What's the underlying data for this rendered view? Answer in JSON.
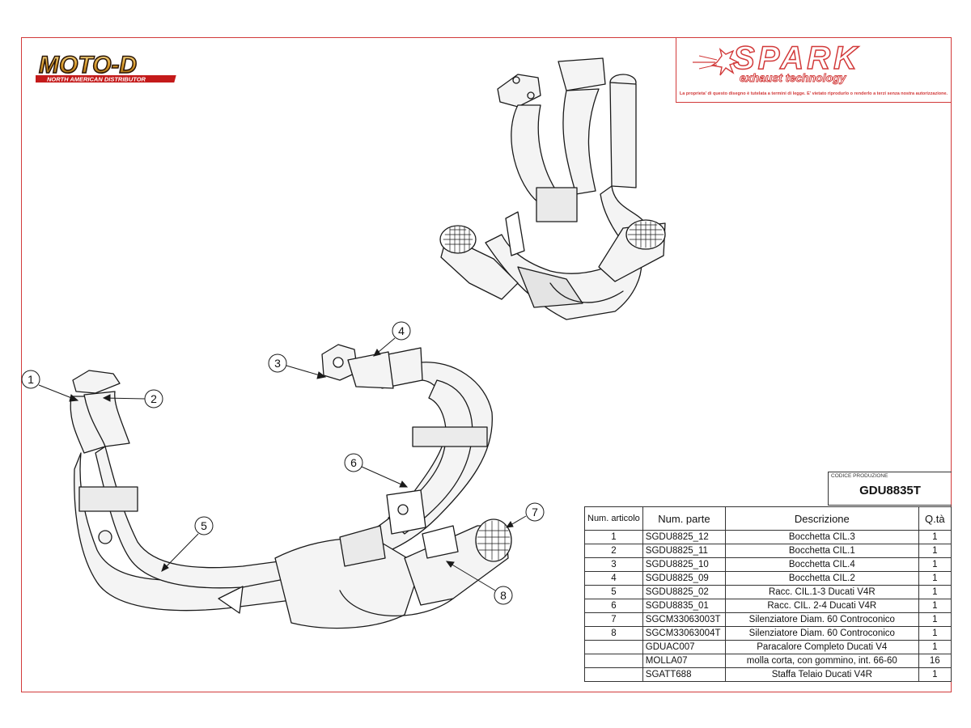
{
  "branding": {
    "moto_d": {
      "name": "MOTO-D",
      "tagline": "NORTH AMERICAN DISTRIBUTOR"
    },
    "spark": {
      "name": "SPARK",
      "tagline": "exhaust technology",
      "notice": "La proprieta' di questo disegno è tutelata a termini di legge. E' vietato riprodurlo o renderlo a terzi senza nostra autorizzazione."
    }
  },
  "production": {
    "label": "CODICE PRODUZIONE",
    "code": "GDU8835T"
  },
  "parts_table": {
    "headers": {
      "num_articolo": "Num. articolo",
      "num_parte": "Num. parte",
      "descrizione": "Descrizione",
      "qta": "Q.tà"
    },
    "rows": [
      {
        "num": "1",
        "part": "SGDU8825_12",
        "desc": "Bocchetta CIL.3",
        "qty": "1"
      },
      {
        "num": "2",
        "part": "SGDU8825_11",
        "desc": "Bocchetta CIL.1",
        "qty": "1"
      },
      {
        "num": "3",
        "part": "SGDU8825_10",
        "desc": "Bocchetta CIL.4",
        "qty": "1"
      },
      {
        "num": "4",
        "part": "SGDU8825_09",
        "desc": "Bocchetta CIL.2",
        "qty": "1"
      },
      {
        "num": "5",
        "part": "SGDU8825_02",
        "desc": "Racc. CIL.1-3 Ducati V4R",
        "qty": "1"
      },
      {
        "num": "6",
        "part": "SGDU8835_01",
        "desc": "Racc. CIL. 2-4 Ducati V4R",
        "qty": "1"
      },
      {
        "num": "7",
        "part": "SGCM33063003T",
        "desc": "Silenziatore Diam. 60 Controconico",
        "qty": "1"
      },
      {
        "num": "8",
        "part": "SGCM33063004T",
        "desc": "Silenziatore Diam. 60 Controconico",
        "qty": "1"
      },
      {
        "num": "",
        "part": "GDUAC007",
        "desc": "Paracalore Completo Ducati V4",
        "qty": "1"
      },
      {
        "num": "",
        "part": "MOLLA07",
        "desc": "molla corta, con gommino, int. 66-60",
        "qty": "16"
      },
      {
        "num": "",
        "part": "SGATT688",
        "desc": "Staffa Telaio Ducati V4R",
        "qty": "1"
      }
    ]
  },
  "callouts": [
    "1",
    "2",
    "3",
    "4",
    "5",
    "6",
    "7",
    "8"
  ],
  "colors": {
    "frame": "#d23a3a",
    "line": "#1a1a1a",
    "pipe_fill": "#f4f4f4"
  }
}
